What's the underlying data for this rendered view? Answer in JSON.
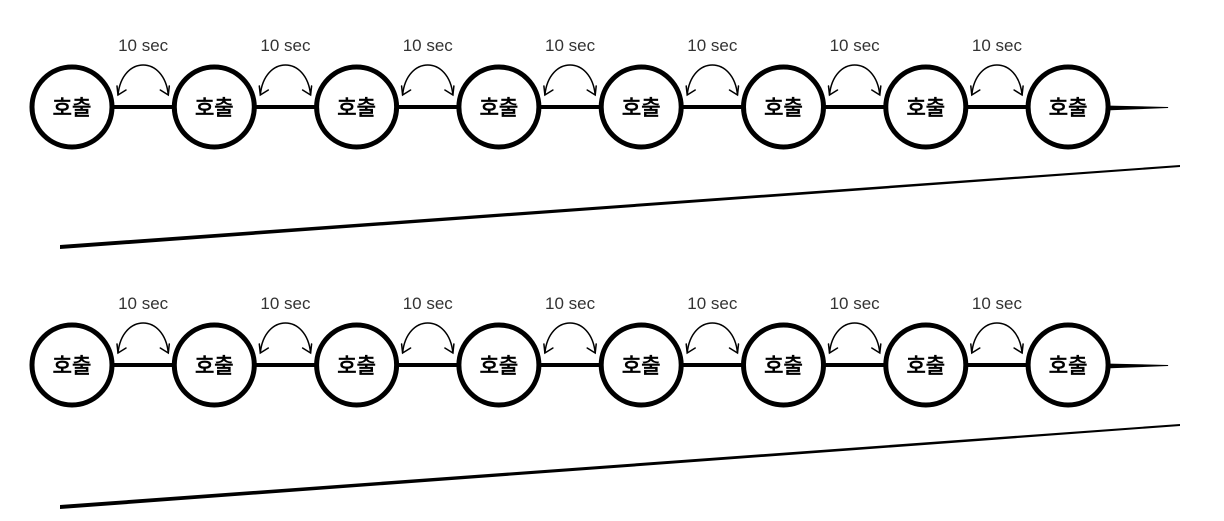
{
  "rows": [
    {
      "nodes": [
        "호출",
        "호출",
        "호출",
        "호출",
        "호출",
        "호출",
        "호출",
        "호출"
      ],
      "intervals": [
        "10 sec",
        "10 sec",
        "10 sec",
        "10 sec",
        "10 sec",
        "10 sec",
        "10 sec"
      ]
    },
    {
      "nodes": [
        "호출",
        "호출",
        "호출",
        "호출",
        "호출",
        "호출",
        "호출",
        "호출"
      ],
      "intervals": [
        "10 sec",
        "10 sec",
        "10 sec",
        "10 sec",
        "10 sec",
        "10 sec",
        "10 sec"
      ]
    }
  ]
}
